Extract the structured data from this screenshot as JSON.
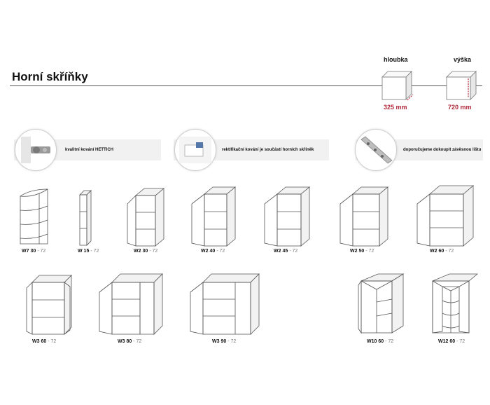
{
  "title": "Horní skříňky",
  "dimensions": {
    "depth": {
      "label": "hloubka",
      "value": "325 mm"
    },
    "height": {
      "label": "výška",
      "value": "720 mm"
    }
  },
  "features": [
    {
      "text": "kvalitní kování HETTICH"
    },
    {
      "text": "rektifikační kování je součástí horních skříněk"
    },
    {
      "text": "doporučujeme dokoupit závěsnou lištu"
    }
  ],
  "cabinets": [
    {
      "code": "W7 30",
      "height": "- 72"
    },
    {
      "code": "W 15",
      "height": "- 72"
    },
    {
      "code": "W2 30",
      "height": "- 72"
    },
    {
      "code": "W2 40",
      "height": "- 72"
    },
    {
      "code": "W2 45",
      "height": "- 72"
    },
    {
      "code": "W2 50",
      "height": "- 72"
    },
    {
      "code": "W2 60",
      "height": "- 72"
    },
    {
      "code": "W3 60",
      "height": "- 72"
    },
    {
      "code": "W3 80",
      "height": "- 72"
    },
    {
      "code": "W3 90",
      "height": "- 72"
    },
    {
      "code": "W10 60",
      "height": "- 72"
    },
    {
      "code": "W12 60",
      "height": "- 72"
    }
  ],
  "colors": {
    "accent": "#b0283a",
    "band": "#f1f1f1"
  }
}
